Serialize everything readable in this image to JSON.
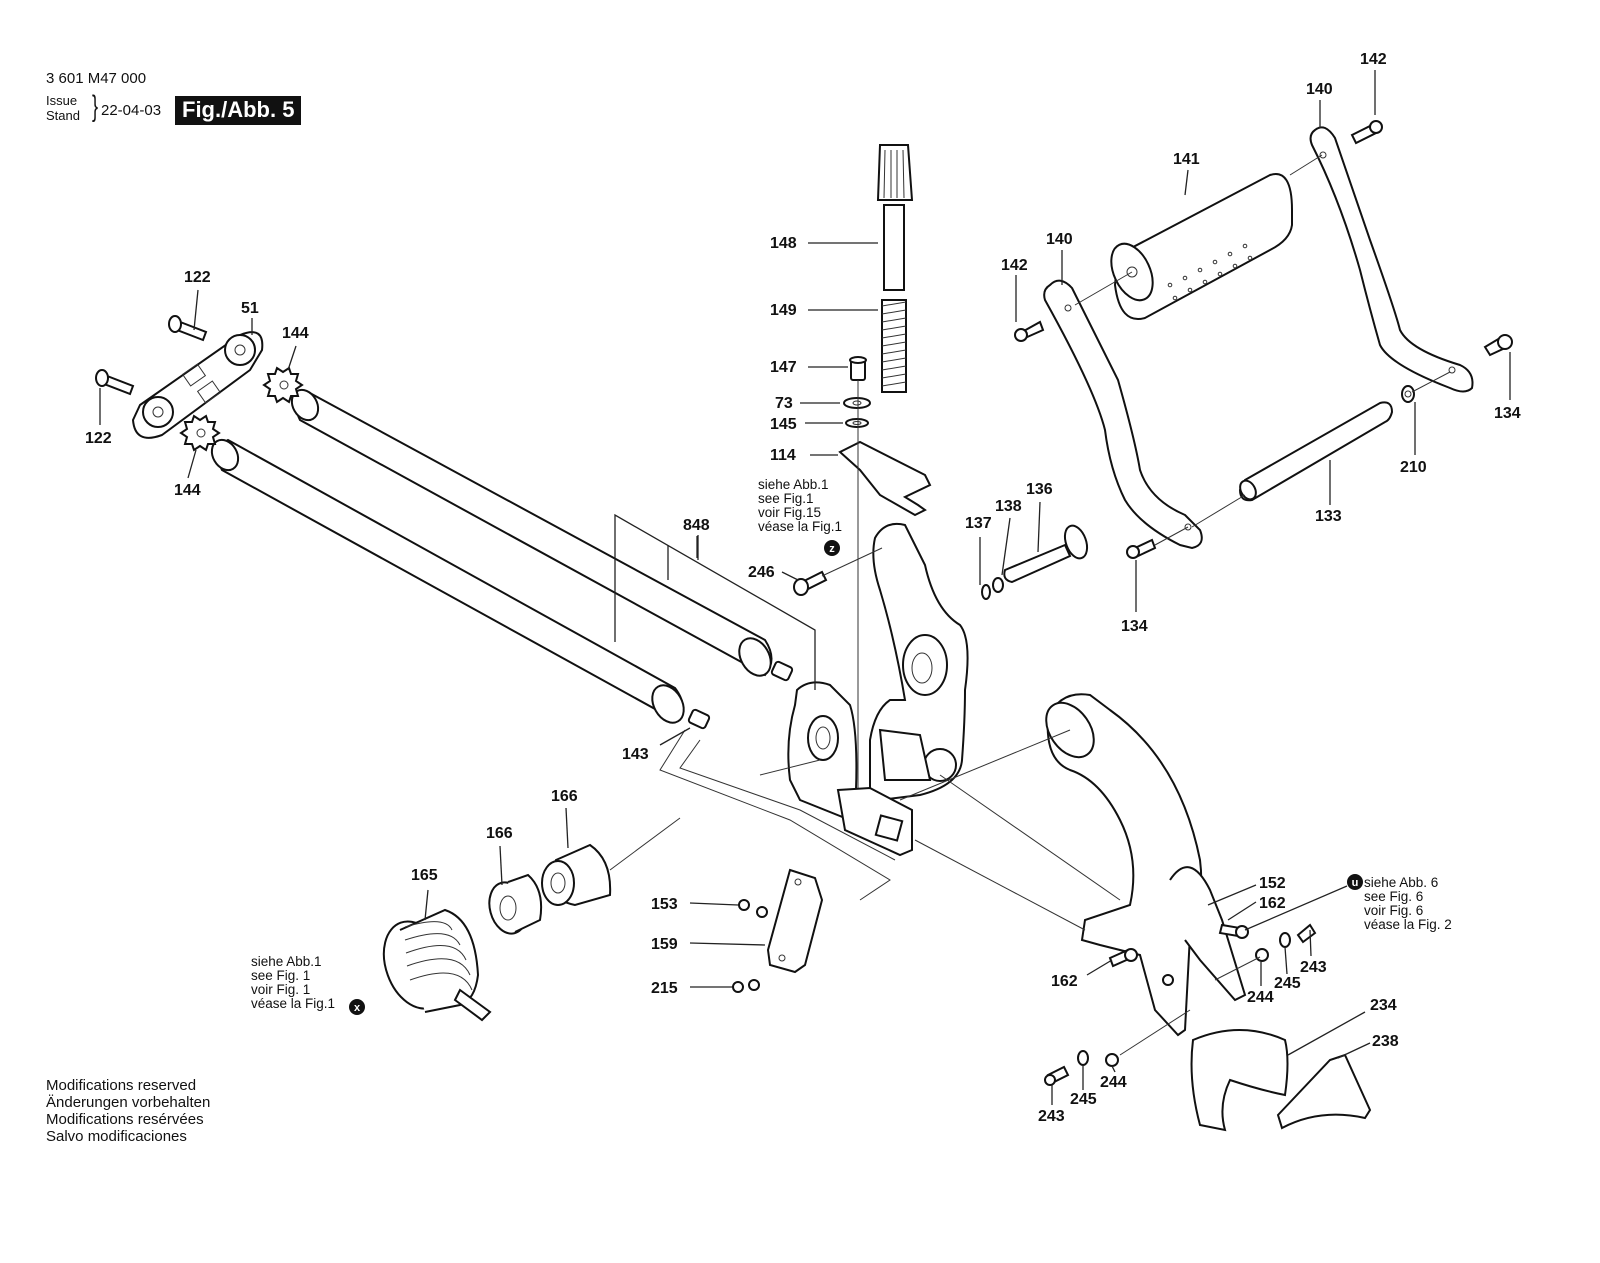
{
  "header": {
    "part_code": "3 601 M47 000",
    "issue_label": "Issue",
    "stand_label": "Stand",
    "date": "22-04-03",
    "figure_label": "Fig./Abb. 5"
  },
  "notes": {
    "ref_z": {
      "badge": "z",
      "lines": [
        "siehe Abb.1",
        "see Fig.1",
        "voir Fig.15",
        "véase la Fig.1"
      ]
    },
    "ref_u": {
      "badge": "u",
      "lines": [
        "siehe Abb. 6",
        "see Fig. 6",
        "voir Fig. 6",
        "véase la Fig. 2"
      ]
    },
    "ref_x": {
      "badge": "x",
      "lines": [
        "siehe Abb.1",
        "see Fig. 1",
        "voir Fig. 1",
        "véase la Fig.1"
      ]
    }
  },
  "footer": {
    "lines": [
      "Modifications reserved",
      "Änderungen vorbehalten",
      "Modifications resérvées",
      "Salvo modificaciones"
    ]
  },
  "part_labels": [
    {
      "id": "142",
      "key": "142a"
    },
    {
      "id": "140",
      "key": "140a"
    },
    {
      "id": "141",
      "key": "141"
    },
    {
      "id": "140",
      "key": "140b"
    },
    {
      "id": "142",
      "key": "142b"
    },
    {
      "id": "134",
      "key": "134a"
    },
    {
      "id": "210",
      "key": "210"
    },
    {
      "id": "133",
      "key": "133"
    },
    {
      "id": "134",
      "key": "134b"
    },
    {
      "id": "148",
      "key": "148"
    },
    {
      "id": "149",
      "key": "149"
    },
    {
      "id": "147",
      "key": "147"
    },
    {
      "id": "73",
      "key": "73"
    },
    {
      "id": "145",
      "key": "145"
    },
    {
      "id": "114",
      "key": "114"
    },
    {
      "id": "136",
      "key": "136"
    },
    {
      "id": "137",
      "key": "137"
    },
    {
      "id": "138",
      "key": "138"
    },
    {
      "id": "246",
      "key": "246"
    },
    {
      "id": "848",
      "key": "848"
    },
    {
      "id": "143",
      "key": "143"
    },
    {
      "id": "122",
      "key": "122a"
    },
    {
      "id": "51",
      "key": "51"
    },
    {
      "id": "144",
      "key": "144a"
    },
    {
      "id": "122",
      "key": "122b"
    },
    {
      "id": "144",
      "key": "144b"
    },
    {
      "id": "166",
      "key": "166a"
    },
    {
      "id": "166",
      "key": "166b"
    },
    {
      "id": "165",
      "key": "165"
    },
    {
      "id": "153",
      "key": "153"
    },
    {
      "id": "159",
      "key": "159"
    },
    {
      "id": "215",
      "key": "215"
    },
    {
      "id": "152",
      "key": "152"
    },
    {
      "id": "162",
      "key": "162a"
    },
    {
      "id": "162",
      "key": "162b"
    },
    {
      "id": "243",
      "key": "243a"
    },
    {
      "id": "244",
      "key": "244a"
    },
    {
      "id": "245",
      "key": "245a"
    },
    {
      "id": "244",
      "key": "244b"
    },
    {
      "id": "245",
      "key": "245b"
    },
    {
      "id": "243",
      "key": "243b"
    },
    {
      "id": "234",
      "key": "234"
    },
    {
      "id": "238",
      "key": "238"
    }
  ]
}
